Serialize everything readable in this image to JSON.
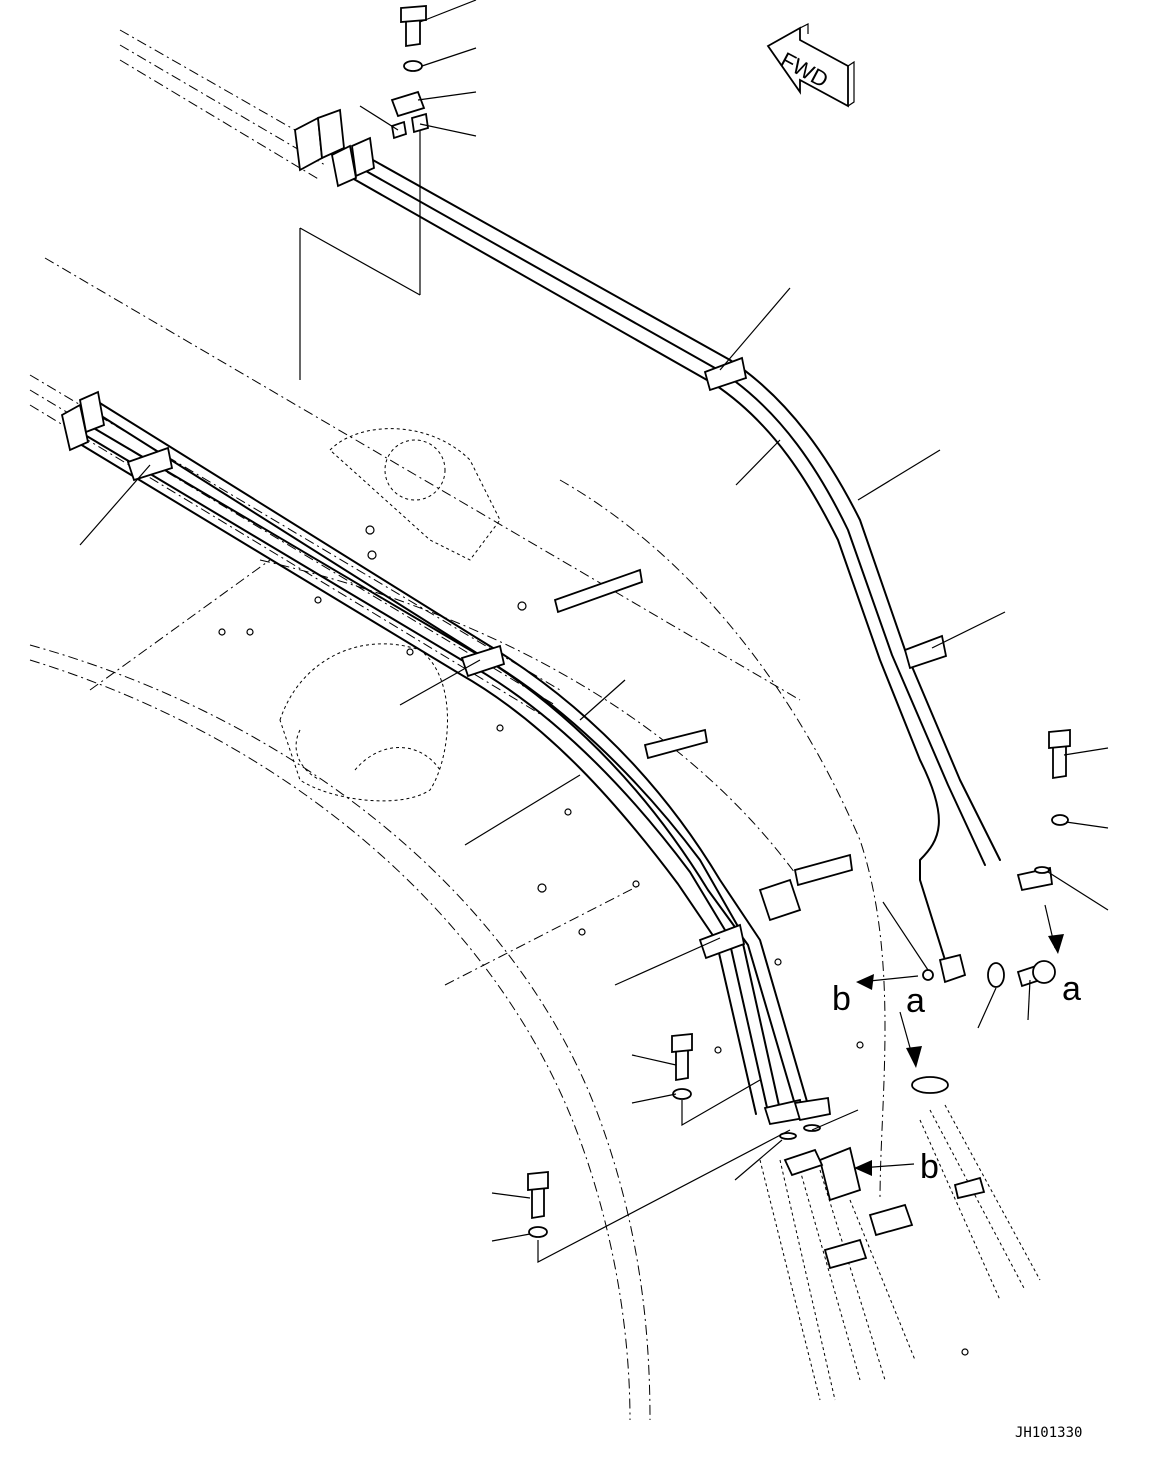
{
  "direction_arrow": {
    "text": "FWD"
  },
  "callouts": {
    "a_left": "a",
    "b_left": "b",
    "a_right": "a",
    "b_right": "b"
  },
  "drawing_code": "JH101330"
}
